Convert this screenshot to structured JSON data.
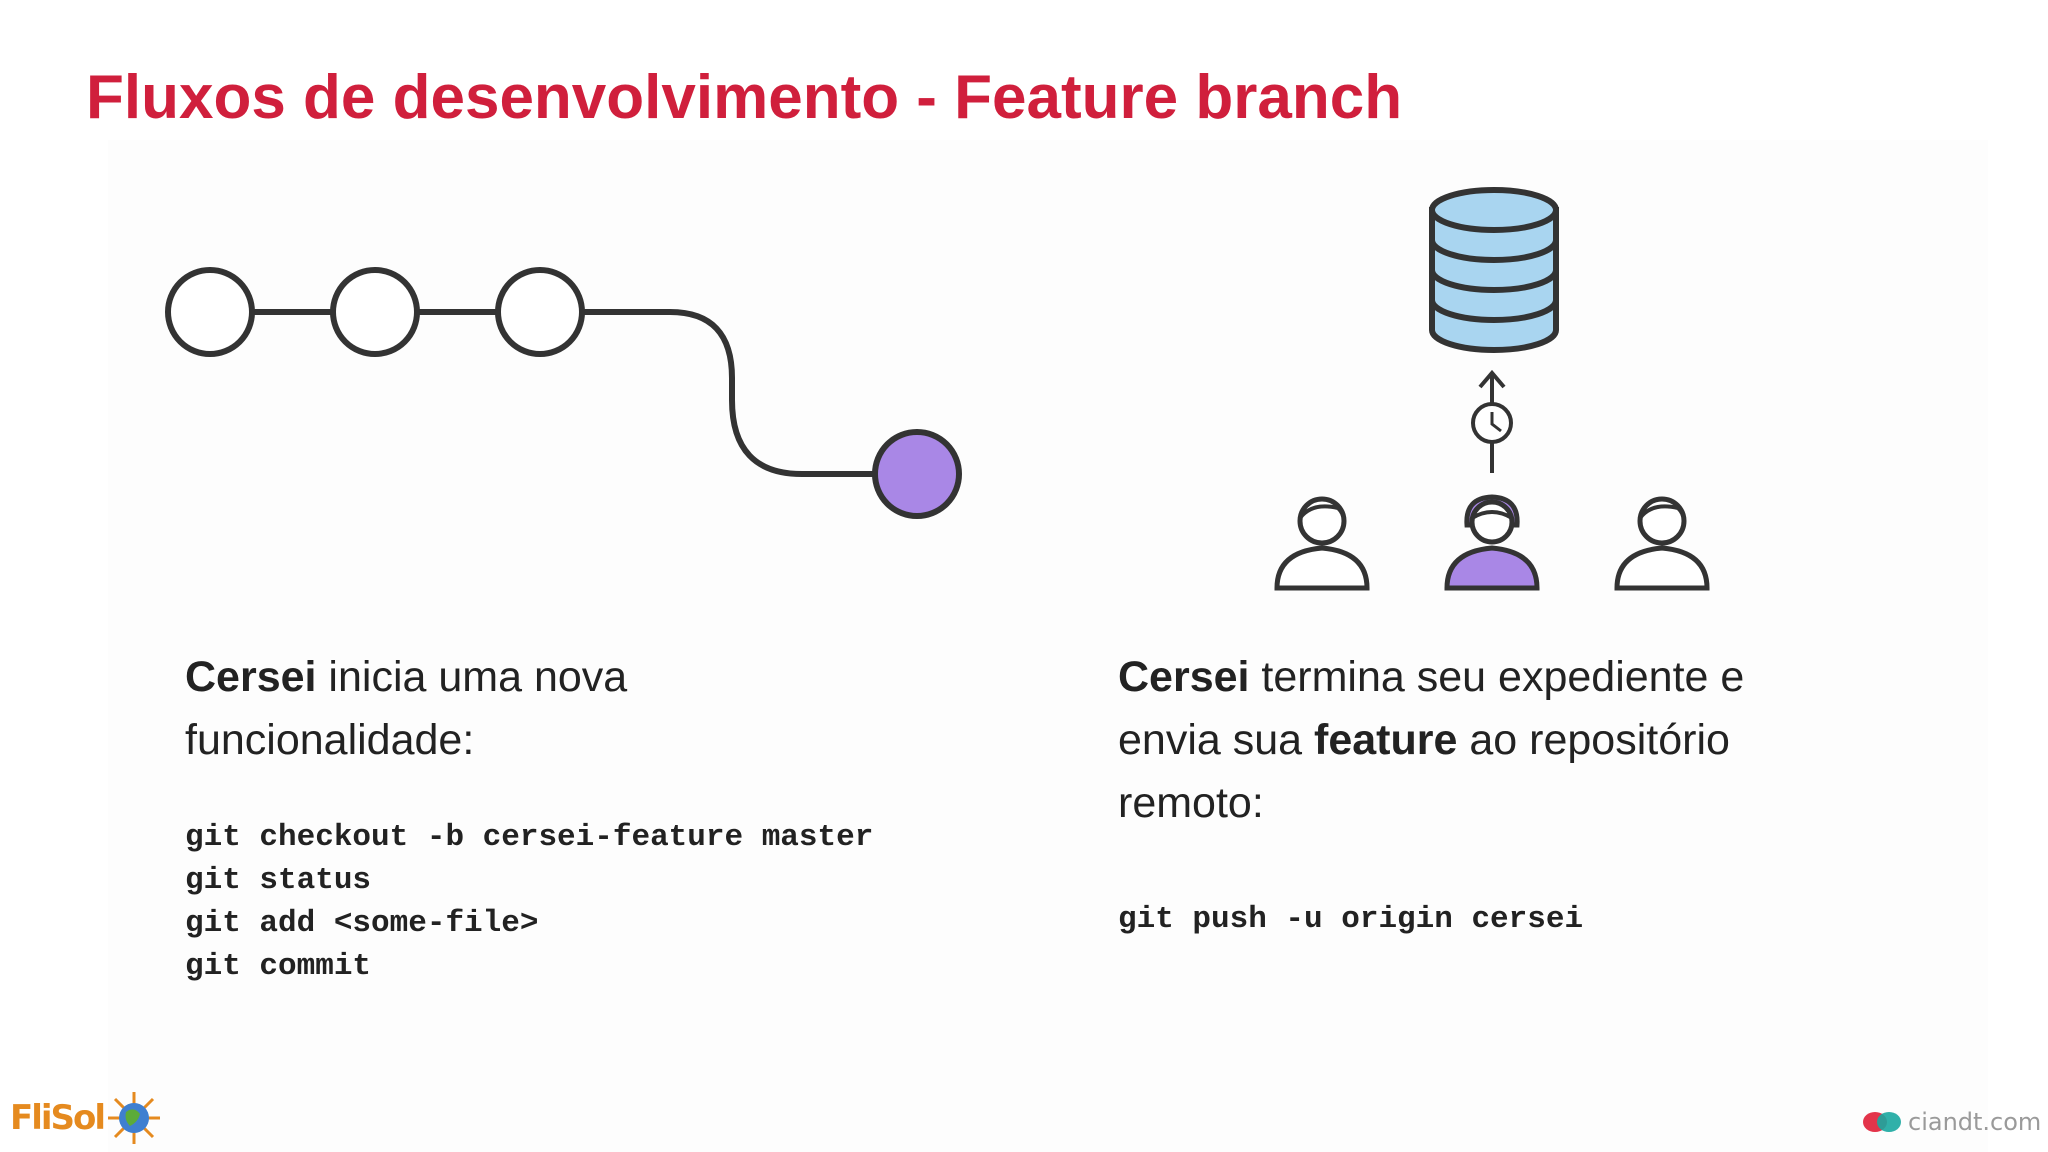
{
  "slide": {
    "title": "Fluxos de desenvolvimento - Feature branch",
    "left": {
      "desc_bold": "Cersei",
      "desc_line1_rest": " inicia uma nova",
      "desc_line2": "funcionalidade:",
      "commands": [
        "git checkout -b cersei-feature master",
        "git status",
        "git add <some-file>",
        "git commit"
      ]
    },
    "right": {
      "desc_bold": "Cersei",
      "desc_line1_rest": " termina seu expediente e",
      "desc_line2_start": "envia sua ",
      "desc_line2_bold": "feature",
      "desc_line2_rest": " ao repositório",
      "desc_line3": "remoto:",
      "command": "git push -u origin cersei"
    }
  },
  "logos": {
    "left_text": "FliSol",
    "right_text": "ciandt.com"
  },
  "colors": {
    "title": "#d01f3c",
    "feature_commit": "#a987e6",
    "database": "#a9d5f0",
    "active_user": "#a987e6"
  },
  "icons": {
    "database": "database-icon",
    "clock": "clock-icon",
    "upload_arrow": "upload-arrow-icon",
    "user": "user-icon"
  }
}
